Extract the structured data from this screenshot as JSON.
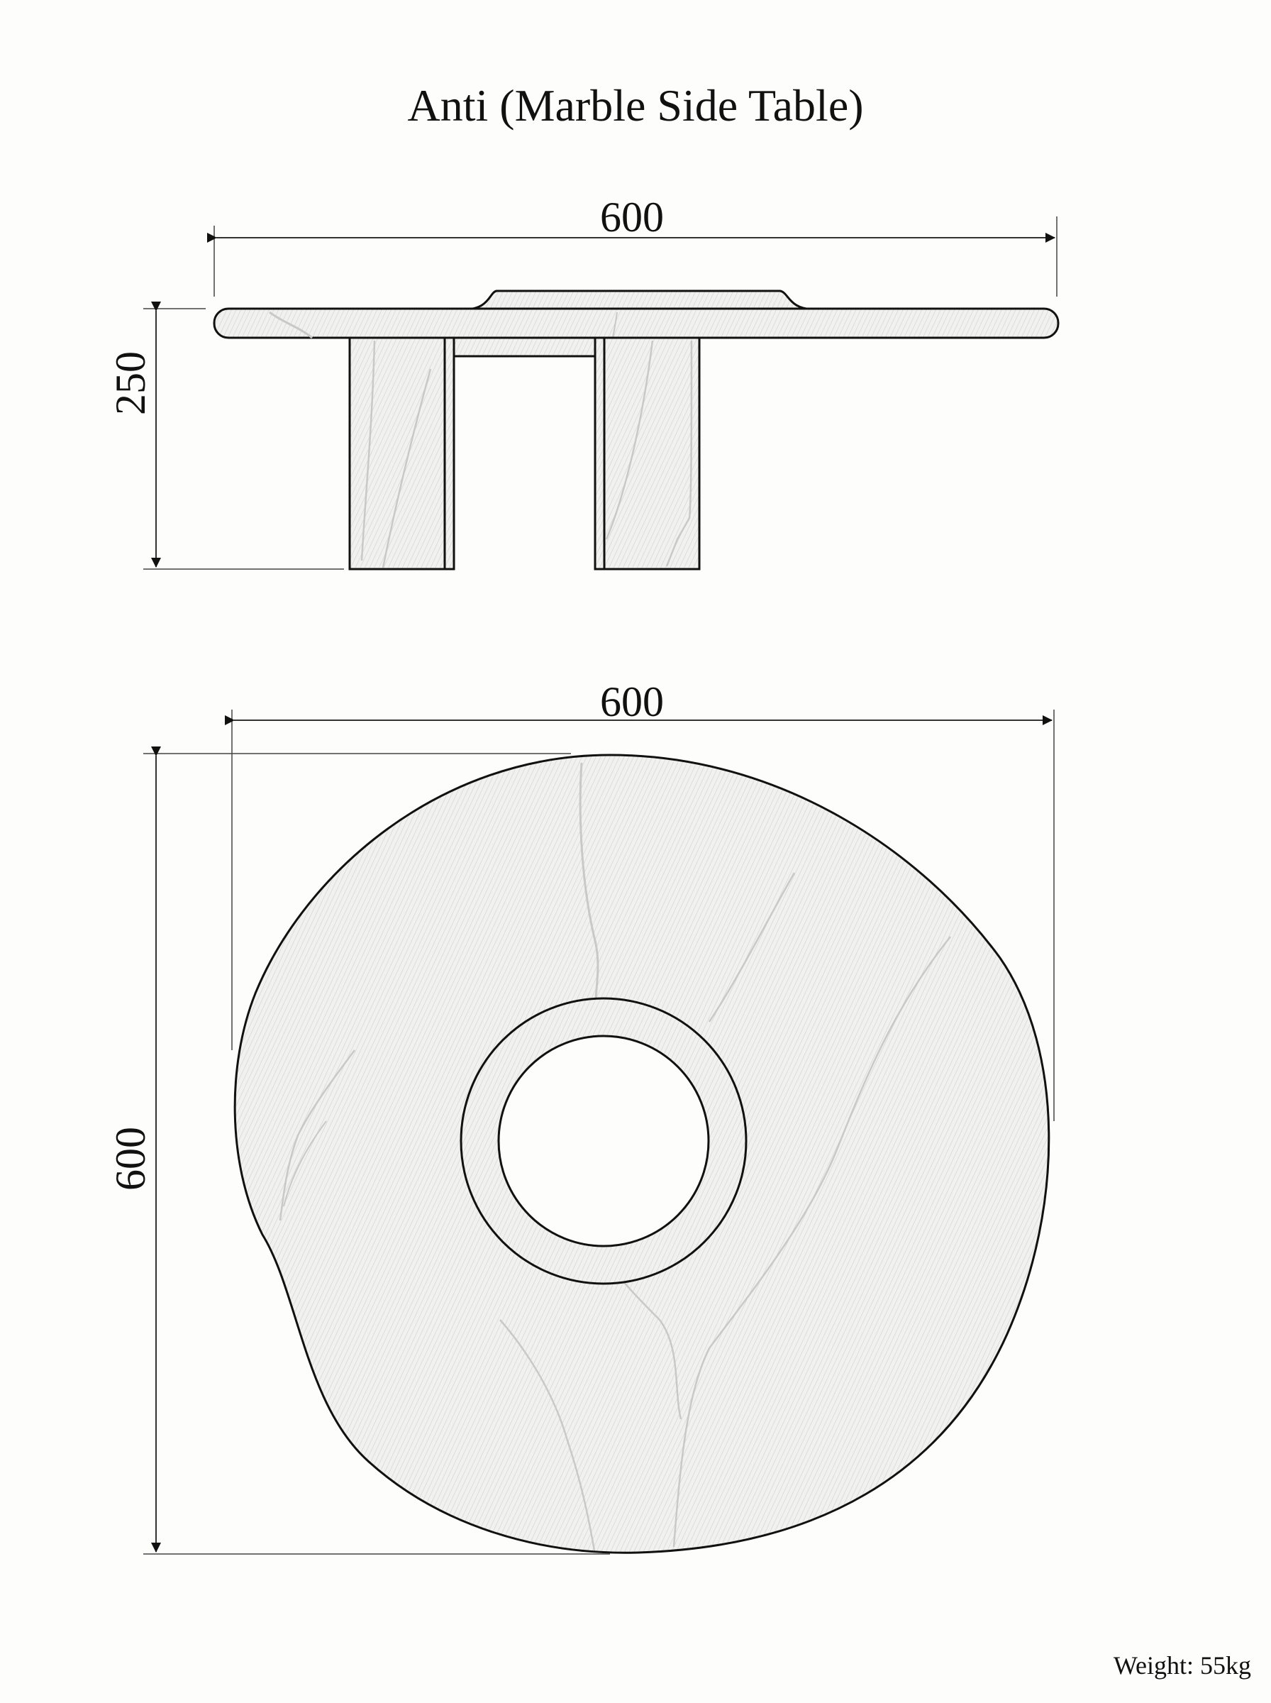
{
  "title": "Anti (Marble Side Table)",
  "elevation_view": {
    "width_label": "600",
    "height_label": "250"
  },
  "plan_view": {
    "width_label": "600",
    "depth_label": "600"
  },
  "weight_label": "Weight: 55kg",
  "colors": {
    "line": "#111111",
    "marble_fill": "#eeeeec",
    "vein": "#c9c9c9",
    "background": "#fdfdfb"
  }
}
